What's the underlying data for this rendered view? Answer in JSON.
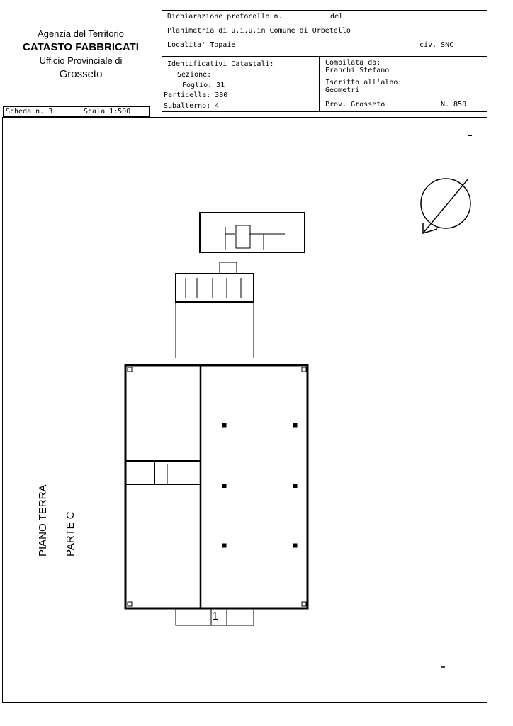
{
  "agency": {
    "line1": "Agenzia del Territorio",
    "line2": "CATASTO FABBRICATI",
    "line3": "Ufficio Provinciale di",
    "line4": "Grosseto"
  },
  "header": {
    "protocol_label": "Dichiarazione protocollo n.",
    "del_label": "del",
    "planimetria": "Planimetria di u.i.u.in Comune di Orbetello",
    "localita": "Localita' Topaie",
    "civ": "civ. SNC"
  },
  "identifiers": {
    "title": "Identificativi Catastali:",
    "sezione": "Sezione:",
    "foglio": "Foglio: 31",
    "particella": "Particella: 380",
    "subalterno": "Subalterno: 4"
  },
  "compiler": {
    "compilata": "Compilata da:",
    "name": "Franchi Stefano",
    "iscritto": "Iscritto all'albo:",
    "albo": "Geometri",
    "prov": "Prov. Grosseto",
    "n": "N.  850"
  },
  "scheda": {
    "scheda": "Scheda n. 3",
    "scala": "Scala 1:500"
  },
  "plan": {
    "floor": "PIANO  TERRA",
    "part": "PARTE C",
    "entrance_mark": "1"
  }
}
